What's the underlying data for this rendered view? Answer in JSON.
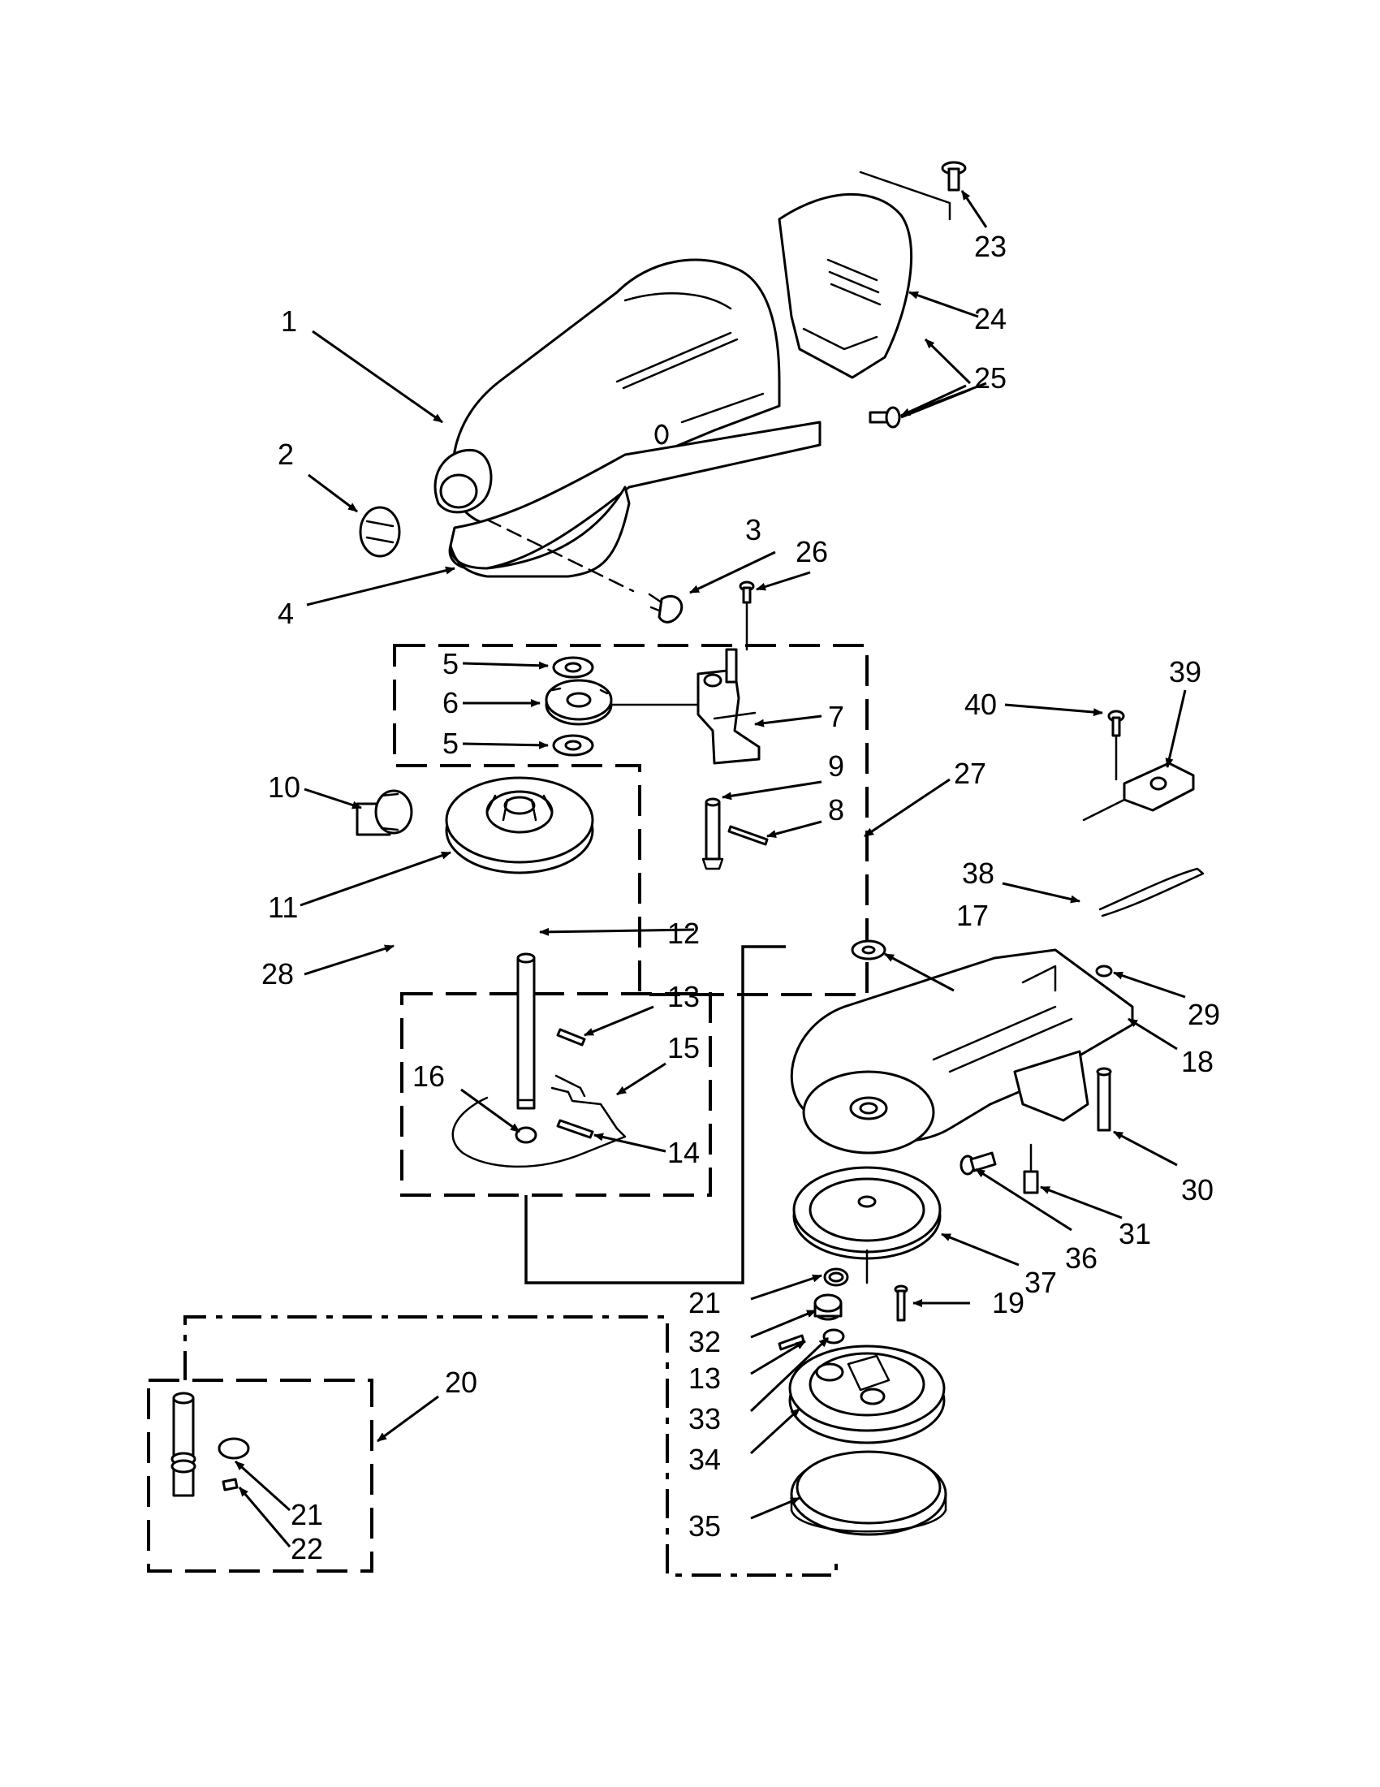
{
  "callouts": {
    "n1": "1",
    "n2": "2",
    "n3": "3",
    "n4": "4",
    "n5a": "5",
    "n5b": "5",
    "n6": "6",
    "n7": "7",
    "n8": "8",
    "n9": "9",
    "n10": "10",
    "n11": "11",
    "n12": "12",
    "n13a": "13",
    "n13b": "13",
    "n14": "14",
    "n15": "15",
    "n16": "16",
    "n17": "17",
    "n18": "18",
    "n19": "19",
    "n20": "20",
    "n21a": "21",
    "n21b": "21",
    "n22": "22",
    "n23": "23",
    "n24": "24",
    "n25": "25",
    "n26": "26",
    "n27": "27",
    "n28": "28",
    "n29": "29",
    "n30": "30",
    "n31": "31",
    "n32": "32",
    "n33": "33",
    "n34": "34",
    "n35": "35",
    "n36": "36",
    "n37": "37",
    "n38": "38",
    "n39": "39",
    "n40": "40"
  },
  "colors": {
    "line": "#000000",
    "background": "#ffffff"
  }
}
